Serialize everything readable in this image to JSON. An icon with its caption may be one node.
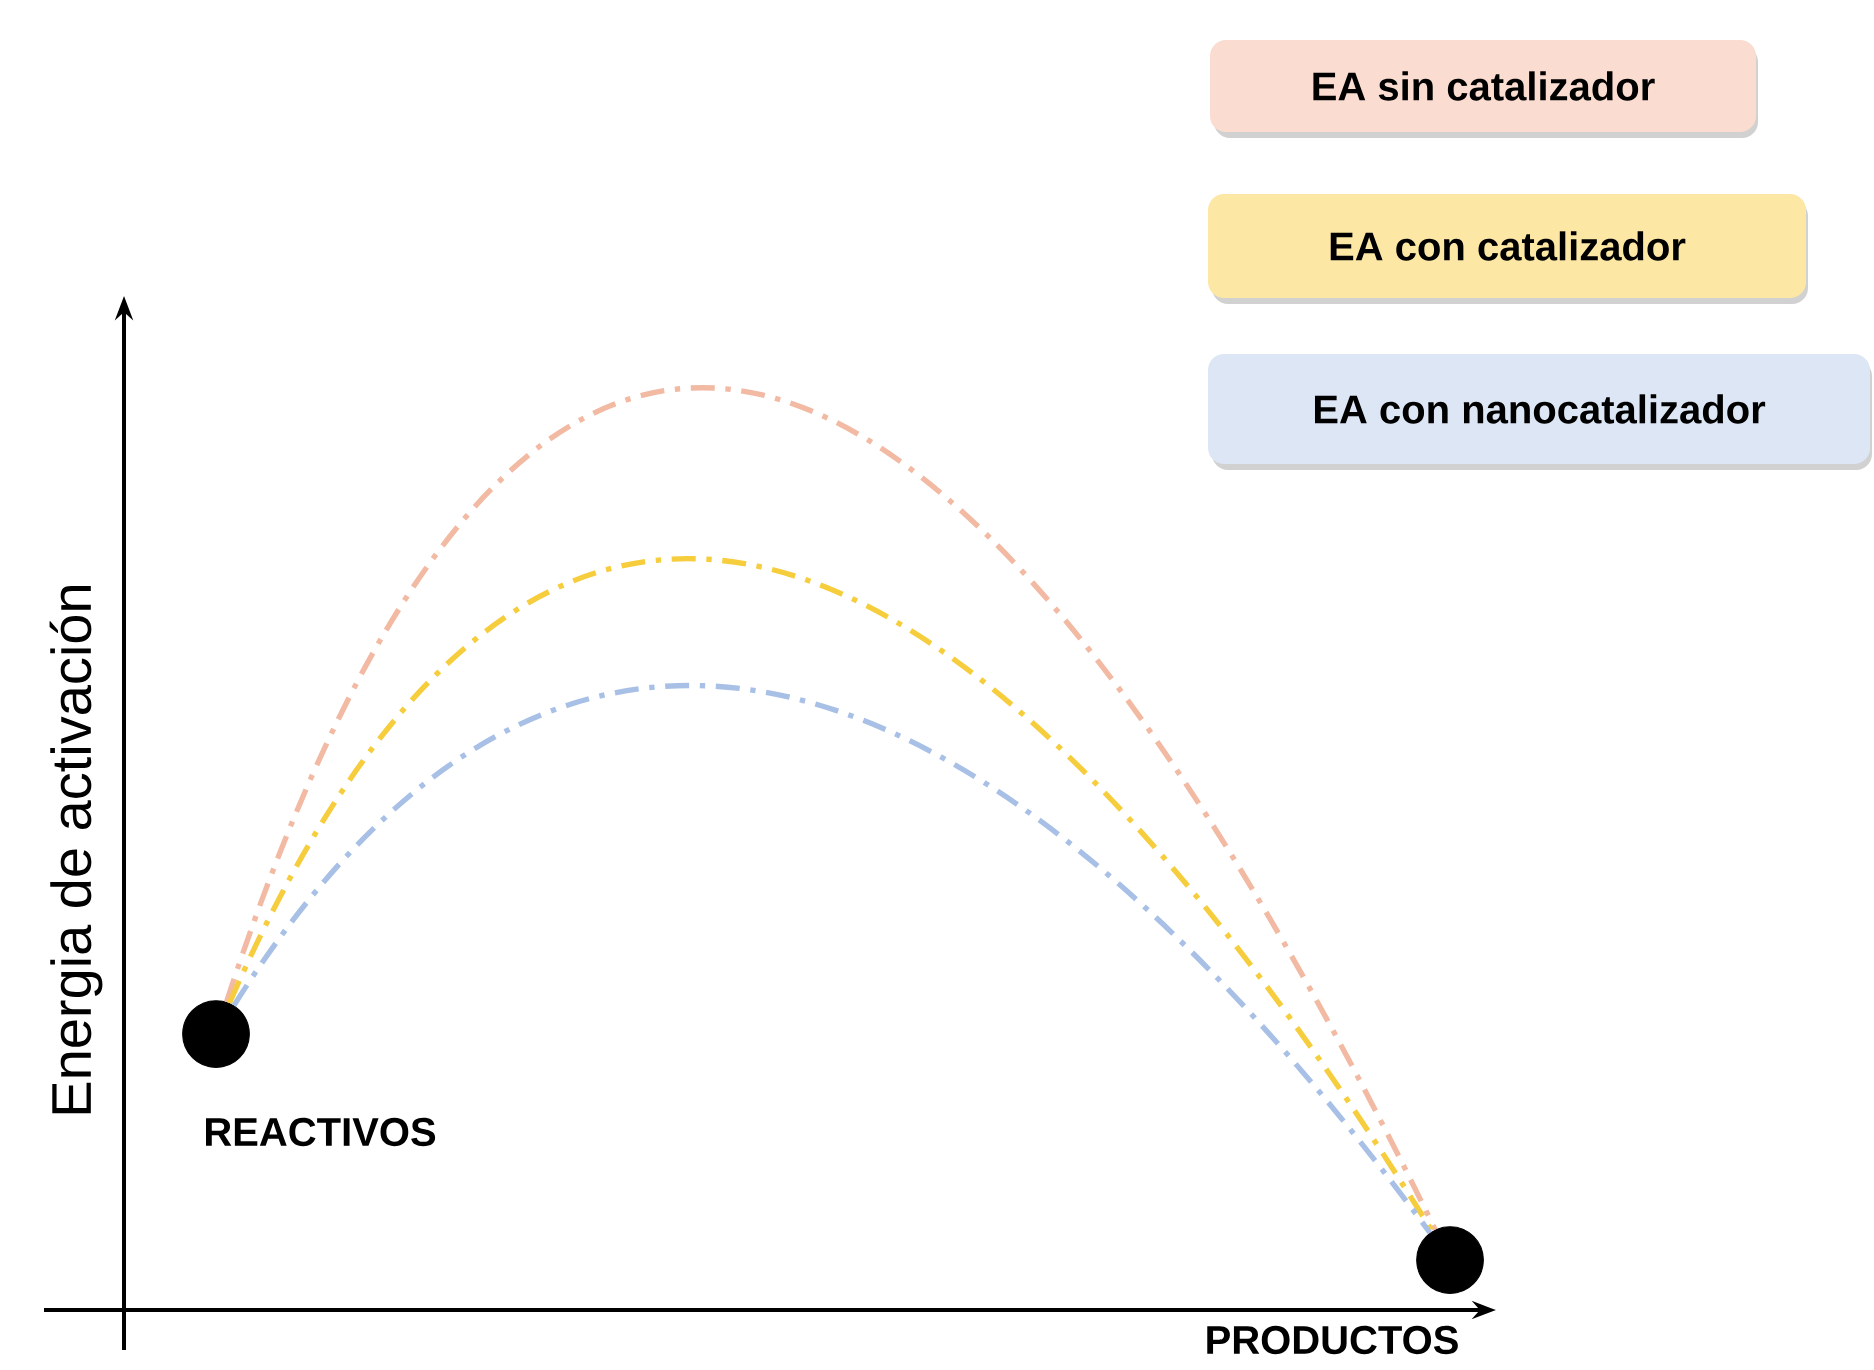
{
  "diagram": {
    "nodes": [
      {
        "text": [],
        "shape": "circle",
        "beside": [
          "REACTIVOS"
        ]
      },
      {
        "text": [],
        "shape": "circle",
        "beside": [
          "PRODUCTOS"
        ]
      }
    ],
    "edges": [
      {
        "from": 0,
        "to": 1,
        "arrow": "none",
        "style": "dashed",
        "color": "#f2b9a3"
      },
      {
        "from": 0,
        "to": 1,
        "arrow": "none",
        "style": "dashed",
        "color": "#f6cd3c"
      },
      {
        "from": 0,
        "to": 1,
        "arrow": "none",
        "style": "dashed",
        "color": "#a8c0e6"
      }
    ],
    "labels": [
      "Energia de activación"
    ],
    "legend": [
      {
        "text": "EA sin catalizador",
        "color": "#fadcd0"
      },
      {
        "text": "EA con catalizador",
        "color": "#fde7a4"
      },
      {
        "text": "EA con nanocatalizador",
        "color": "#dce6f4"
      }
    ]
  }
}
